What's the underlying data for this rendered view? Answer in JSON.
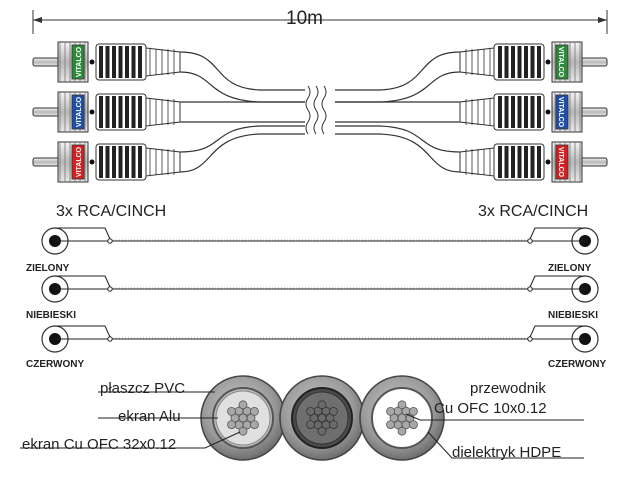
{
  "cable_length": "10m",
  "brand": "VITALCO",
  "ends": {
    "left_label": "3x RCA/CINCH",
    "right_label": "3x RCA/CINCH"
  },
  "channels": [
    {
      "name": "ZIELONY",
      "color": "#2e8b3a"
    },
    {
      "name": "NIEBIESKI",
      "color": "#1f4fa8"
    },
    {
      "name": "CZERWONY",
      "color": "#d42020"
    }
  ],
  "cross_section": {
    "jacket": "płaszcz PVC",
    "foil_shield": "ekran Alu",
    "braid_shield": "ekran Cu OFC 32x0.12",
    "conductor_line1": "przewodnik",
    "conductor_line2": "Cu OFC 10x0.12",
    "dielectric": "dielektryk HDPE"
  }
}
